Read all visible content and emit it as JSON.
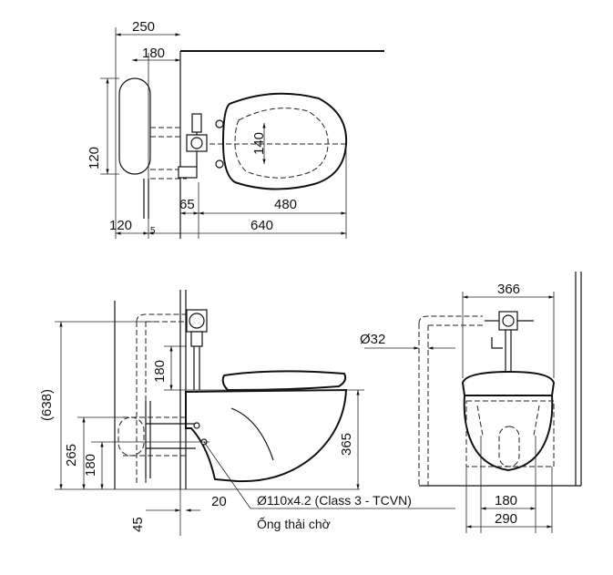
{
  "top_view": {
    "dim_250": "250",
    "dim_180": "180",
    "dim_120_vertical": "120",
    "dim_140": "140",
    "dim_65": "65",
    "dim_480": "480",
    "dim_120": "120",
    "dim_5": "5",
    "dim_640": "640"
  },
  "side_view": {
    "dim_638": "(638)",
    "dim_180_upper": "180",
    "dim_265": "265",
    "dim_180_lower": "180",
    "dim_365": "365",
    "dim_45": "45",
    "dim_20": "20"
  },
  "front_view": {
    "dim_366": "366",
    "dim_32": "Ø32",
    "dim_180": "180",
    "dim_290": "290"
  },
  "notes": {
    "pipe_spec": "Ø110x4.2 (Class 3 - TCVN)",
    "drain_label": "Ống thải chờ"
  },
  "colors": {
    "line": "#111111",
    "background": "#ffffff"
  }
}
